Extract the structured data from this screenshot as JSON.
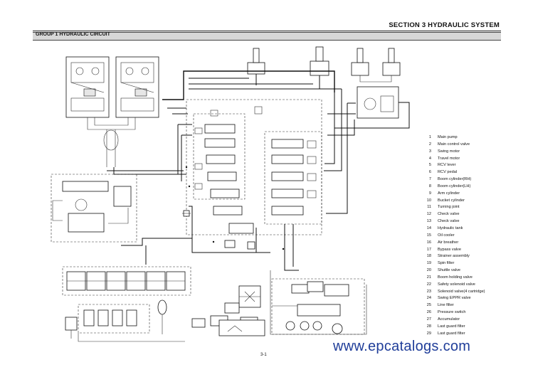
{
  "header": {
    "section_title": "SECTION 3 HYDRAULIC SYSTEM",
    "group_title": "GROUP 1 HYDRAULIC CIRCUIT"
  },
  "legend": [
    {
      "num": "1",
      "label": "Main pump"
    },
    {
      "num": "2",
      "label": "Main control valve"
    },
    {
      "num": "3",
      "label": "Swing motor"
    },
    {
      "num": "4",
      "label": "Travel motor"
    },
    {
      "num": "5",
      "label": "RCV lever"
    },
    {
      "num": "6",
      "label": "RCV pedal"
    },
    {
      "num": "7",
      "label": "Boom cylinder(RH)"
    },
    {
      "num": "8",
      "label": "Boom cylinder(LH)"
    },
    {
      "num": "9",
      "label": "Arm cylinder"
    },
    {
      "num": "10",
      "label": "Bucket cylinder"
    },
    {
      "num": "11",
      "label": "Turning joint"
    },
    {
      "num": "12",
      "label": "Check valve"
    },
    {
      "num": "13",
      "label": "Check valve"
    },
    {
      "num": "14",
      "label": "Hydraulic tank"
    },
    {
      "num": "15",
      "label": "Oil cooler"
    },
    {
      "num": "16",
      "label": "Air breather"
    },
    {
      "num": "17",
      "label": "Bypass valve"
    },
    {
      "num": "18",
      "label": "Strainer assembly"
    },
    {
      "num": "19",
      "label": "Spin filter"
    },
    {
      "num": "20",
      "label": "Shuttle valve"
    },
    {
      "num": "21",
      "label": "Boom holding valve"
    },
    {
      "num": "22",
      "label": "Safety solenoid valve"
    },
    {
      "num": "23",
      "label": "Solenoid valve(4 cartridge)"
    },
    {
      "num": "24",
      "label": "Swing EPPR valve"
    },
    {
      "num": "25",
      "label": "Line filter"
    },
    {
      "num": "26",
      "label": "Pressure switch"
    },
    {
      "num": "27",
      "label": "Accumulator"
    },
    {
      "num": "28",
      "label": "Last guard filter"
    },
    {
      "num": "29",
      "label": "Last guard filter"
    }
  ],
  "footer": {
    "page_number": "3-1",
    "watermark": "www.epcatalogs.com"
  },
  "colors": {
    "watermark": "#1f3d99",
    "group_bar": "#d7d7d7",
    "line": "#111111"
  }
}
